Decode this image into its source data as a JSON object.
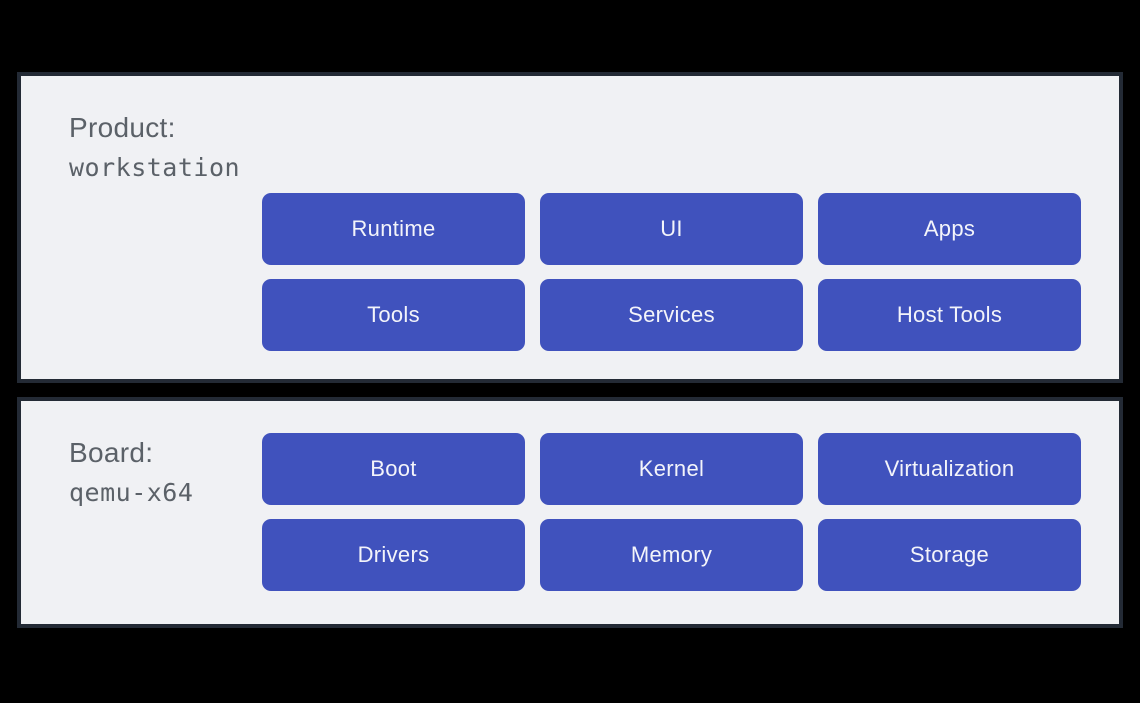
{
  "colors": {
    "page_background": "#000000",
    "panel_background": "#f0f1f4",
    "panel_border": "#232a35",
    "block_background": "#4052bd",
    "block_text": "#f3f4fa",
    "label_text": "#5b6168"
  },
  "panels": [
    {
      "id": "product",
      "label_prefix": "Product:",
      "label_value": "workstation",
      "buttons": [
        "Runtime",
        "UI",
        "Apps",
        "Tools",
        "Services",
        "Host Tools"
      ]
    },
    {
      "id": "board",
      "label_prefix": "Board:",
      "label_value": "qemu-x64",
      "buttons": [
        "Boot",
        "Kernel",
        "Virtualization",
        "Drivers",
        "Memory",
        "Storage"
      ]
    }
  ]
}
